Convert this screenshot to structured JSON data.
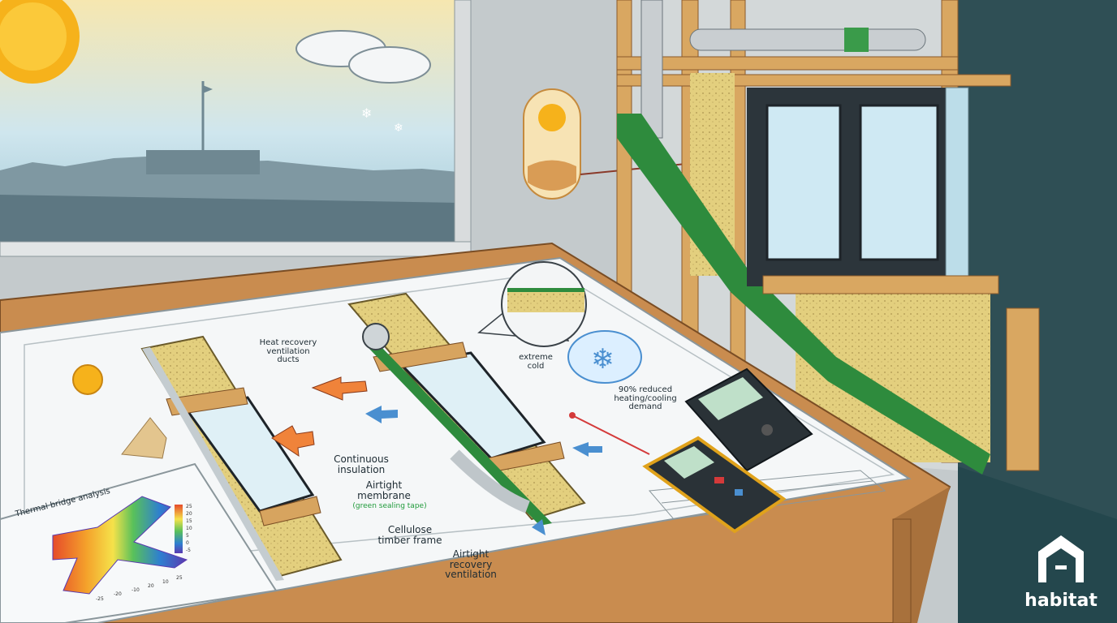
{
  "brand": {
    "name": "habitat"
  },
  "blueprint": {
    "callouts": [
      {
        "id": "heat-recovery",
        "text": "Heat recovery\nventilation\nducts"
      },
      {
        "id": "extreme-cold",
        "text": "extreme\ncold"
      },
      {
        "id": "reduced-demand",
        "text": "90% reduced\nheating/cooling\ndemand"
      },
      {
        "id": "continuous-insulation",
        "text": "Continuous\ninsulation"
      },
      {
        "id": "airtight-membrane",
        "text": "Airtight\nmembrane"
      },
      {
        "id": "green-sealing-tape",
        "text": "(green sealing tape)"
      },
      {
        "id": "cellulose-frame",
        "text": "Cellulose\ntimber frame"
      },
      {
        "id": "airtight-recovery",
        "text": "Airtight\nrecovery\nventilation"
      }
    ]
  },
  "thermal_sheet": {
    "title": "Thermal bridge analysis",
    "scale_ticks": [
      "25",
      "20",
      "15",
      "10",
      "5",
      "0",
      "-5"
    ],
    "axis_ticks": [
      "-25",
      "-20",
      "-10",
      "20",
      "10",
      "25"
    ]
  },
  "colors": {
    "wall": "#c7ccce",
    "desk": "#c98c4f",
    "paper": "#f5f7f8",
    "insulation": "#e3cf7e",
    "membrane": "#2e8b3d",
    "timber": "#d7a45f",
    "sky": "#bfe0ec",
    "sun": "#f6b21b",
    "arrow_warm": "#f0833a",
    "arrow_cold": "#4a8fd0"
  }
}
